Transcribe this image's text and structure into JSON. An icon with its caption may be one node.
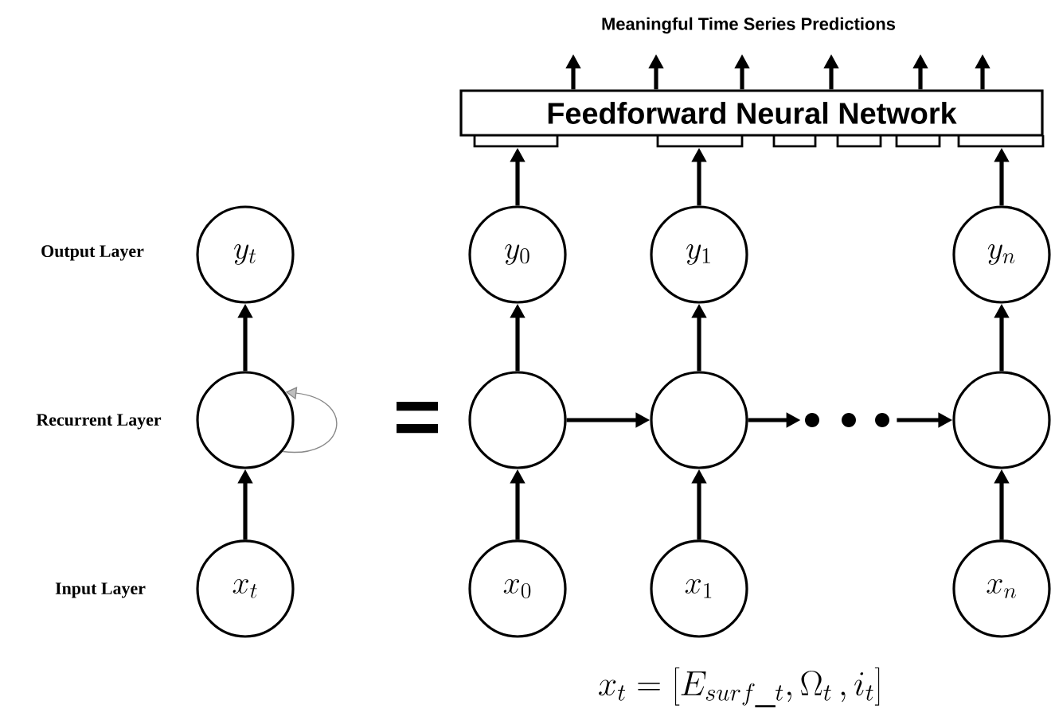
{
  "diagram": {
    "title": "Meaningful Time Series Predictions",
    "caption": "x_t = \\left[E_{surf\\_t}, \\Omega_t\\, , i_t\\right]",
    "nodes": [
      {
        "text": [
          "Feedforward Neural Network"
        ]
      },
      {
        "text": [
          "y_t"
        ]
      },
      {
        "text": [
          "y_0"
        ]
      },
      {
        "text": [
          "y_1"
        ]
      },
      {
        "text": [
          "y_n"
        ]
      },
      {
        "text": [],
        "shape": "circle"
      },
      {
        "text": [],
        "shape": "circle"
      },
      {
        "text": [],
        "shape": "circle"
      },
      {
        "text": [],
        "shape": "circle"
      },
      {
        "text": [
          "x_t"
        ]
      },
      {
        "text": [
          "x_0"
        ]
      },
      {
        "text": [
          "x_1"
        ]
      },
      {
        "text": [
          "x_n"
        ]
      },
      {
        "text": [],
        "shape": "dots"
      }
    ],
    "edges": [
      {
        "from": 9,
        "to": 5,
        "arrow": "to"
      },
      {
        "from": 5,
        "to": 1,
        "arrow": "to"
      },
      {
        "from": 5,
        "to": 5,
        "arrow": "to",
        "color": "#888888"
      },
      {
        "from": 10,
        "to": 6,
        "arrow": "to"
      },
      {
        "from": 11,
        "to": 7,
        "arrow": "to"
      },
      {
        "from": 12,
        "to": 8,
        "arrow": "to"
      },
      {
        "from": 6,
        "to": 2,
        "arrow": "to"
      },
      {
        "from": 7,
        "to": 3,
        "arrow": "to"
      },
      {
        "from": 8,
        "to": 4,
        "arrow": "to"
      },
      {
        "from": 6,
        "to": 7,
        "arrow": "to"
      },
      {
        "from": 7,
        "to": 13,
        "arrow": "to"
      },
      {
        "from": 13,
        "to": 8,
        "arrow": "to"
      },
      {
        "from": 2,
        "to": 0,
        "arrow": "to"
      },
      {
        "from": 3,
        "to": 0,
        "arrow": "to"
      },
      {
        "from": 4,
        "to": 0,
        "arrow": "to"
      },
      {
        "from": 0,
        "to": null,
        "arrow": "to"
      },
      {
        "from": 0,
        "to": null,
        "arrow": "to"
      },
      {
        "from": 0,
        "to": null,
        "arrow": "to"
      },
      {
        "from": 0,
        "to": null,
        "arrow": "to"
      },
      {
        "from": 0,
        "to": null,
        "arrow": "to"
      },
      {
        "from": 0,
        "to": null,
        "arrow": "to"
      }
    ],
    "labels": [
      "Output Layer",
      "Recurrent Layer",
      "Input Layer",
      "="
    ]
  }
}
